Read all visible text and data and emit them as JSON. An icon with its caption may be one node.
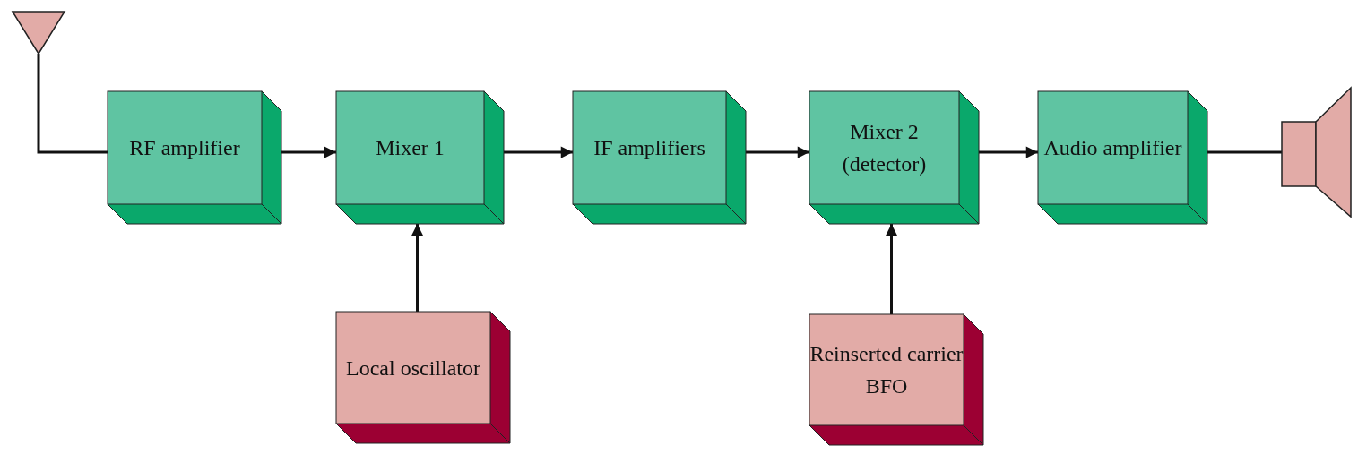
{
  "diagram": {
    "nodes": [
      {
        "text": [],
        "shape": "antenna"
      },
      {
        "text": [
          "RF amplifier"
        ]
      },
      {
        "text": [
          "Mixer 1"
        ]
      },
      {
        "text": [
          "IF amplifiers"
        ]
      },
      {
        "text": [
          "Mixer 2 (detector)"
        ]
      },
      {
        "text": [
          "Audio amplifier"
        ]
      },
      {
        "text": [],
        "shape": "speaker"
      },
      {
        "text": [
          "Local oscillator"
        ]
      },
      {
        "text": [
          "Reinserted carrier BFO"
        ]
      }
    ],
    "edges": [
      {
        "from": 0,
        "to": 1,
        "arrow": "none"
      },
      {
        "from": 1,
        "to": 2,
        "arrow": "to"
      },
      {
        "from": 2,
        "to": 3,
        "arrow": "to"
      },
      {
        "from": 3,
        "to": 4,
        "arrow": "to"
      },
      {
        "from": 4,
        "to": 5,
        "arrow": "to"
      },
      {
        "from": 5,
        "to": 6,
        "arrow": "none"
      },
      {
        "from": 7,
        "to": 2,
        "arrow": "to"
      },
      {
        "from": 8,
        "to": 4,
        "arrow": "to"
      }
    ]
  }
}
